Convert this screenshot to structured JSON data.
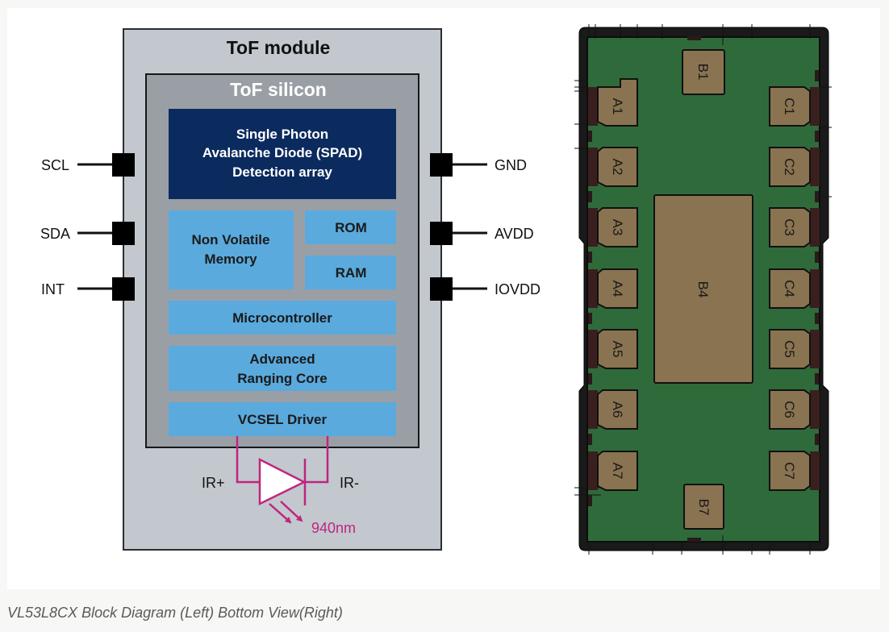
{
  "caption": "VL53L8CX Block Diagram (Left) Bottom View(Right)",
  "block_diagram": {
    "module_title": "ToF module",
    "silicon_title": "ToF silicon",
    "blocks": {
      "spad": [
        "Single Photon",
        "Avalanche Diode (SPAD)",
        "Detection array"
      ],
      "nvm": [
        "Non Volatile",
        "Memory"
      ],
      "rom": "ROM",
      "ram": "RAM",
      "microcontroller": "Microcontroller",
      "ranging_core": [
        "Advanced",
        "Ranging Core"
      ],
      "vcsel_driver": "VCSEL Driver"
    },
    "pins_left": [
      "SCL",
      "SDA",
      "INT"
    ],
    "pins_right": [
      "GND",
      "AVDD",
      "IOVDD"
    ],
    "emitter": {
      "anode_label": "IR+",
      "cathode_label": "IR-",
      "wavelength_label": "940nm"
    },
    "colors": {
      "module_fill": "#c2c8ce",
      "silicon_fill": "#9a9fa6",
      "spad_fill": "#0b2a5e",
      "block_fill": "#5aaadd",
      "emitter": "#c0257e"
    }
  },
  "bottom_view": {
    "pads_left": [
      "A1",
      "A2",
      "A3",
      "A4",
      "A5",
      "A6",
      "A7"
    ],
    "pads_right": [
      "C1",
      "C2",
      "C3",
      "C4",
      "C5",
      "C6",
      "C7"
    ],
    "pad_top": "B1",
    "pad_center": "B4",
    "pad_bottom": "B7",
    "colors": {
      "board": "#2f6b3a",
      "pad": "#8a7350",
      "outline": "#111111",
      "pad_edge": "#3a1f1f"
    }
  }
}
